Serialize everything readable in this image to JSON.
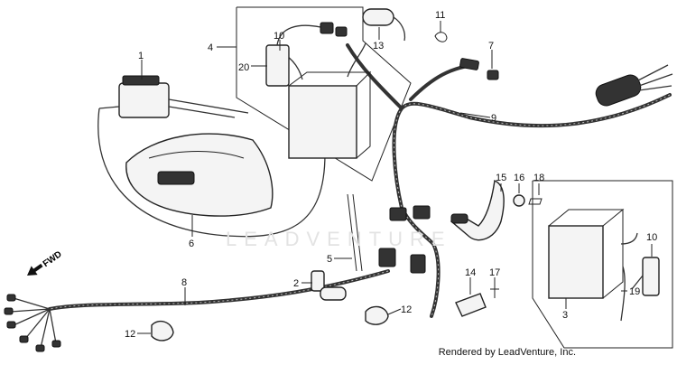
{
  "callouts": [
    "1",
    "2",
    "3",
    "4",
    "5",
    "6",
    "7",
    "8",
    "9",
    "10",
    "10",
    "11",
    "12",
    "12",
    "13",
    "14",
    "15",
    "16",
    "17",
    "18",
    "19",
    "20"
  ],
  "fwd_label": "FWD",
  "watermark": "LEADVENTURE",
  "credit": "Rendered by LeadVenture, Inc."
}
